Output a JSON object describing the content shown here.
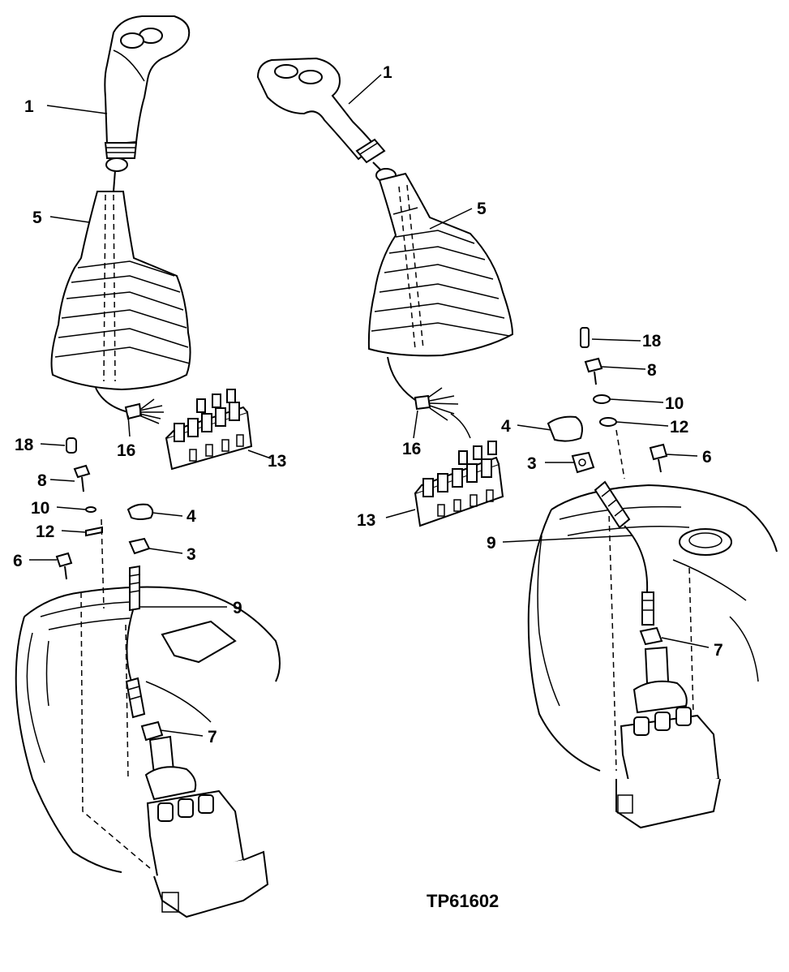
{
  "figure_id": "TP61602",
  "callouts": {
    "left": [
      "1",
      "5",
      "16",
      "13",
      "18",
      "8",
      "10",
      "12",
      "6",
      "4",
      "3",
      "9",
      "7"
    ],
    "right": [
      "1",
      "5",
      "18",
      "8",
      "10",
      "12",
      "4",
      "3",
      "6",
      "16",
      "13",
      "9",
      "7"
    ]
  }
}
